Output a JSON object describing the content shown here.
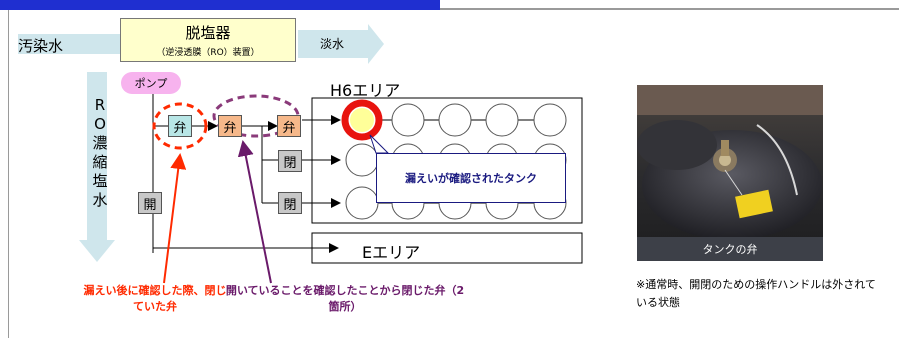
{
  "diagram": {
    "source_water": "汚染水",
    "desalination_title": "脱塩器",
    "desalination_subtitle": "（逆浸透膜（RO）装置）",
    "fresh_water": "淡水",
    "pump_label": "ポンプ",
    "ro_concentrate_label": "RO濃縮塩水",
    "area_h6_label": "H6エリア",
    "area_e_label": "Eエリア",
    "valve_label": "弁",
    "closed_label": "閉",
    "open_label": "開",
    "leak_tank_label": "漏えいが確認されたタンク",
    "annotation_red": "漏えい後に確認した際、閉じていた弁",
    "annotation_purple": "開いていることを確認したことから閉じた弁（2箇所）",
    "photo_caption": "タンクの弁",
    "note": "※通常時、開閉のための操作ハンドルは外されている状態"
  },
  "colors": {
    "accent_blue": "#1f2fd0",
    "flow_arrow": "#cfe6ec",
    "desalination_fill": "#ffffcc",
    "pump_fill": "#f7b3ee",
    "leak_ring": "#e8140f",
    "leak_core": "#ffff99",
    "red_annotation": "#ff2a00",
    "purple_annotation": "#6a1a6a",
    "callout_border": "#1a1a80"
  }
}
